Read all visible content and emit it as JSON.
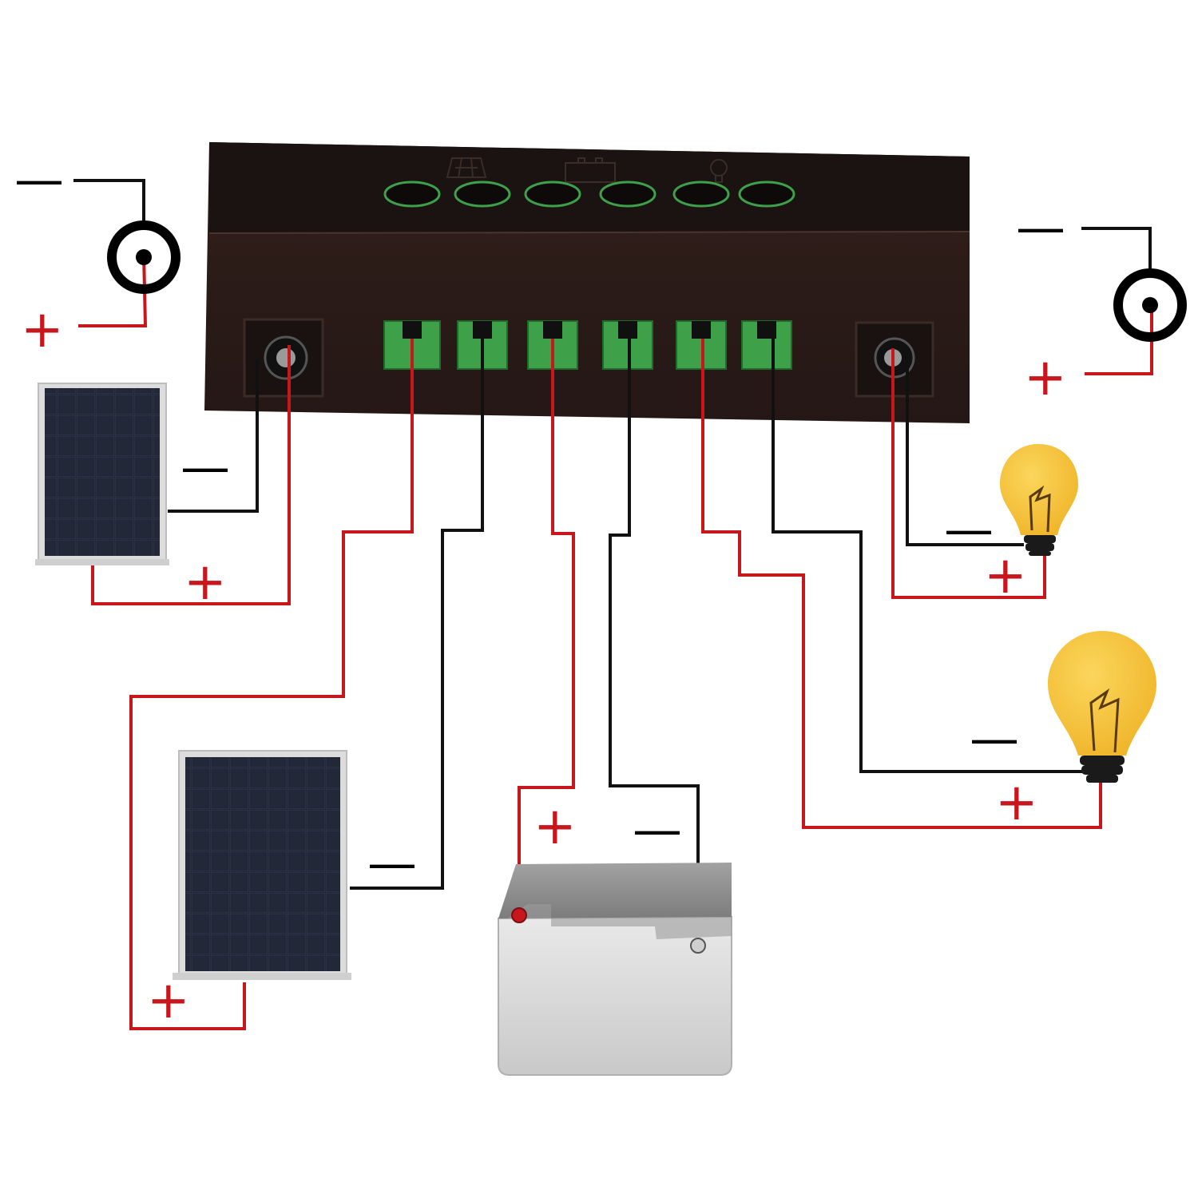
{
  "colors": {
    "background": "#ffffff",
    "positive_wire": "#c8161d",
    "negative_wire": "#111111",
    "controller_body": "#2a1a17",
    "terminal_green": "#3fa04a",
    "bulb_yellow": "#f6c23a",
    "panel_cell": "#1b1f2a",
    "battery_case": "#d9d9d9",
    "battery_lid": "#8c8c8c"
  },
  "signs": {
    "positive": "+",
    "negative": "—"
  },
  "controller": {
    "terminal_count": 6,
    "screw_count": 6,
    "dc_jack_count": 2
  },
  "components": [
    {
      "name": "dc-plug-input",
      "icon": "dc-barrel-plug-icon"
    },
    {
      "name": "dc-plug-output",
      "icon": "dc-barrel-plug-icon"
    },
    {
      "name": "solar-panel-small",
      "icon": "solar-panel-icon"
    },
    {
      "name": "solar-panel-large",
      "icon": "solar-panel-icon"
    },
    {
      "name": "battery",
      "icon": "battery-icon"
    },
    {
      "name": "bulb-upper",
      "icon": "light-bulb-icon"
    },
    {
      "name": "bulb-lower",
      "icon": "light-bulb-icon"
    }
  ]
}
